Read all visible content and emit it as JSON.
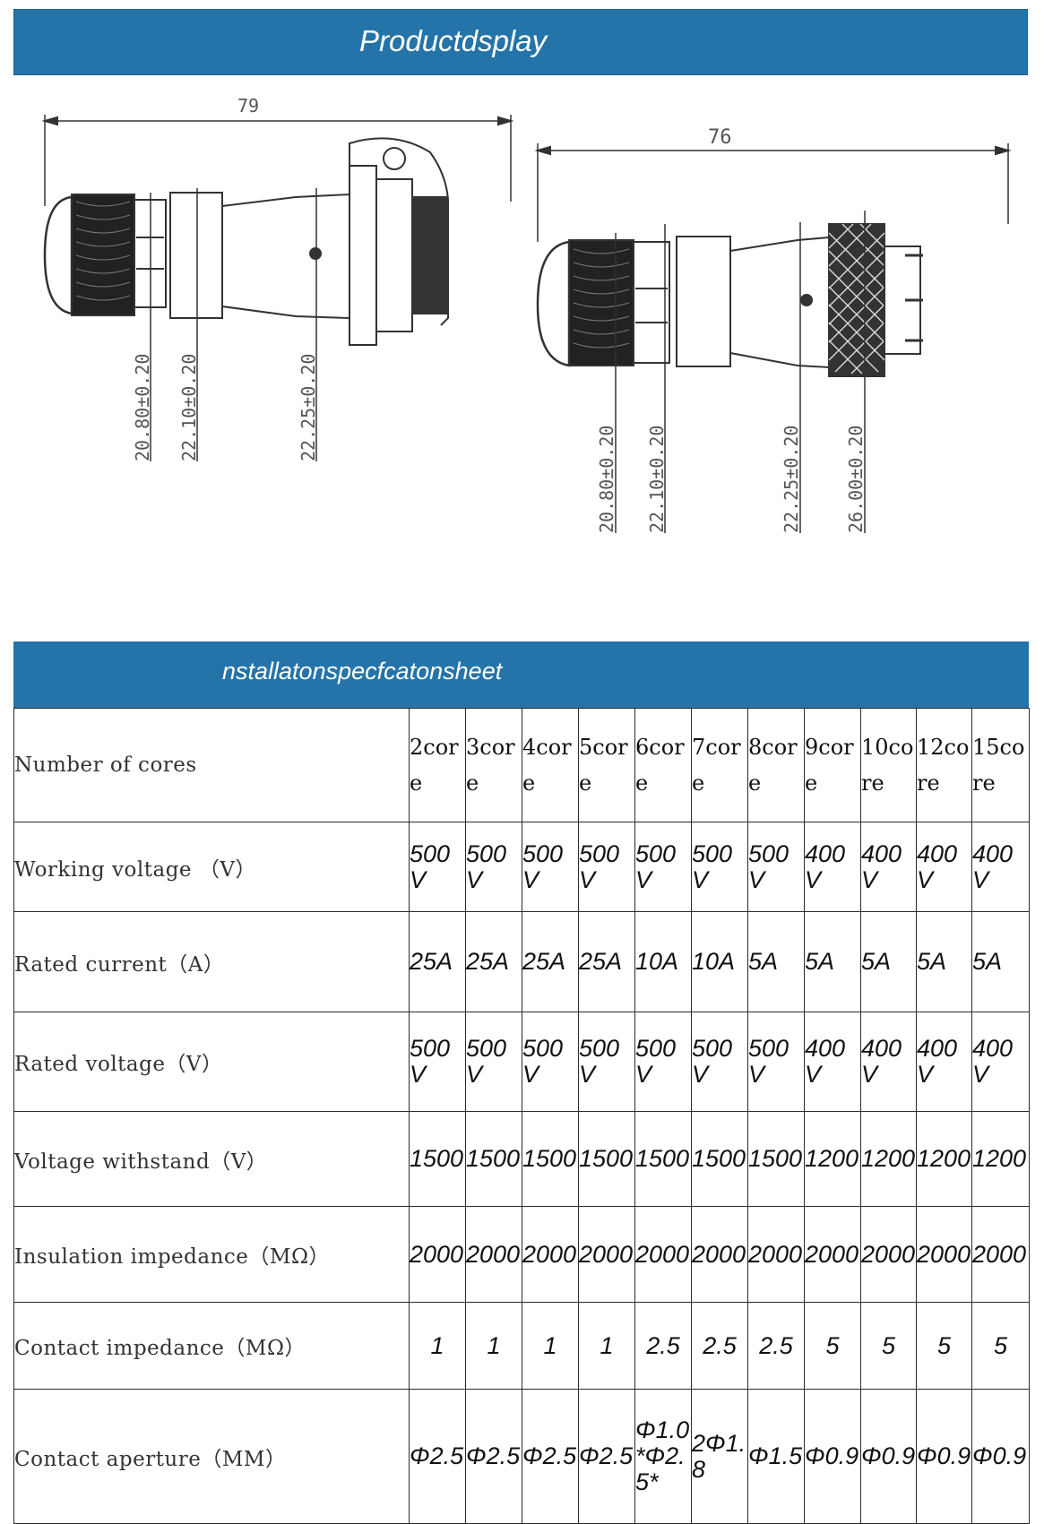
{
  "banner_top": {
    "title": "Productdsplay"
  },
  "banner_spec": {
    "title": "nstallatonspecfcatonsheet"
  },
  "drawing_left": {
    "length": "79",
    "dims": [
      "20.80±0.20",
      "22.10±0.20",
      "22.25±0.20"
    ]
  },
  "drawing_right": {
    "length": "76",
    "dims": [
      "20.80±0.20",
      "22.10±0.20",
      "22.25±0.20",
      "26.00±0.20"
    ]
  },
  "table": {
    "rows": [
      {
        "label": "Number of cores",
        "values": [
          "2core",
          "3core",
          "4core",
          "5core",
          "6core",
          "7core",
          "8core",
          "9core",
          "10core",
          "12core",
          "15core"
        ]
      },
      {
        "label": "Working voltage （V）",
        "values": [
          "500V",
          "500V",
          "500V",
          "500V",
          "500V",
          "500V",
          "500V",
          "400V",
          "400V",
          "400V",
          "400V"
        ]
      },
      {
        "label": "Rated current（A）",
        "values": [
          "25A",
          "25A",
          "25A",
          "25A",
          "10A",
          "10A",
          "5A",
          "5A",
          "5A",
          "5A",
          "5A"
        ]
      },
      {
        "label": "Rated voltage（V）",
        "values": [
          "500V",
          "500V",
          "500V",
          "500V",
          "500V",
          "500V",
          "500V",
          "400V",
          "400V",
          "400V",
          "400V"
        ]
      },
      {
        "label": "Voltage withstand（V）",
        "values": [
          "1500",
          "1500",
          "1500",
          "1500",
          "1500",
          "1500",
          "1500",
          "1200",
          "1200",
          "1200",
          "1200"
        ]
      },
      {
        "label": "Insulation impedance（MΩ）",
        "values": [
          "2000",
          "2000",
          "2000",
          "2000",
          "2000",
          "2000",
          "2000",
          "2000",
          "2000",
          "2000",
          "2000"
        ]
      },
      {
        "label": "Contact impedance（MΩ）",
        "values": [
          "1",
          "1",
          "1",
          "1",
          "2.5",
          "2.5",
          "2.5",
          "5",
          "5",
          "5",
          "5"
        ]
      },
      {
        "label": "Contact aperture（MM）",
        "values": [
          "Φ2.5",
          "Φ2.5",
          "Φ2.5",
          "Φ2.5",
          "Φ1.0*Φ2.5*",
          "2Φ1.8",
          "Φ1.5",
          "Φ0.9",
          "Φ0.9",
          "Φ0.9",
          "Φ0.9"
        ]
      }
    ]
  }
}
